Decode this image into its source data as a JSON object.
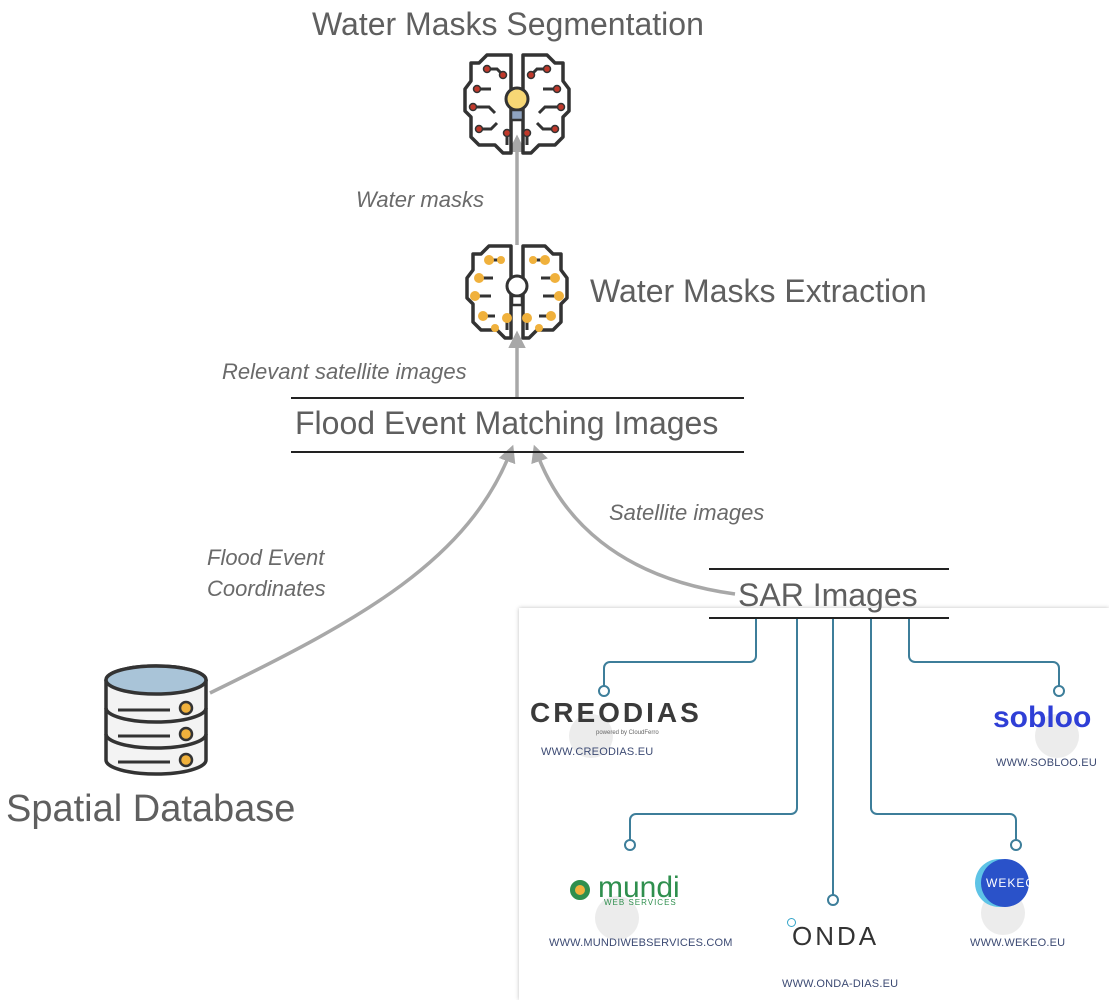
{
  "nodes": {
    "segmentation": "Water Masks Segmentation",
    "extraction": "Water Masks Extraction",
    "matching": "Flood Event Matching Images",
    "sar": "SAR Images",
    "database": "Spatial Database"
  },
  "edges": {
    "water_masks": "Water masks",
    "relevant": "Relevant satellite images",
    "satellite": "Satellite images",
    "coords_line1": "Flood Event",
    "coords_line2": "Coordinates"
  },
  "providers": {
    "creodias": {
      "logo": "CREODIAS",
      "tagline": "powered by CloudFerro",
      "url": "WWW.CREODIAS.EU"
    },
    "sobloo": {
      "logo": "sobloo",
      "url": "WWW.SOBLOO.EU"
    },
    "mundi": {
      "logo": "mundi",
      "sub": "WEB SERVICES",
      "url": "WWW.MUNDIWEBSERVICES.COM"
    },
    "onda": {
      "logo": "ONDA",
      "url": "WWW.ONDA-DIAS.EU"
    },
    "wekeo": {
      "logo": "WEKEO",
      "url": "WWW.WEKEO.EU"
    }
  },
  "colors": {
    "arrow": "#a8a8a8",
    "connector": "#3d7e9a",
    "brain_dots_top": "#c0392b",
    "brain_dots_mid": "#f0b13c",
    "sobloo": "#2f3fd6",
    "mundi": "#2f8f4e",
    "creodias_o": "#d5242a",
    "wekeo": "#2a52c9"
  }
}
